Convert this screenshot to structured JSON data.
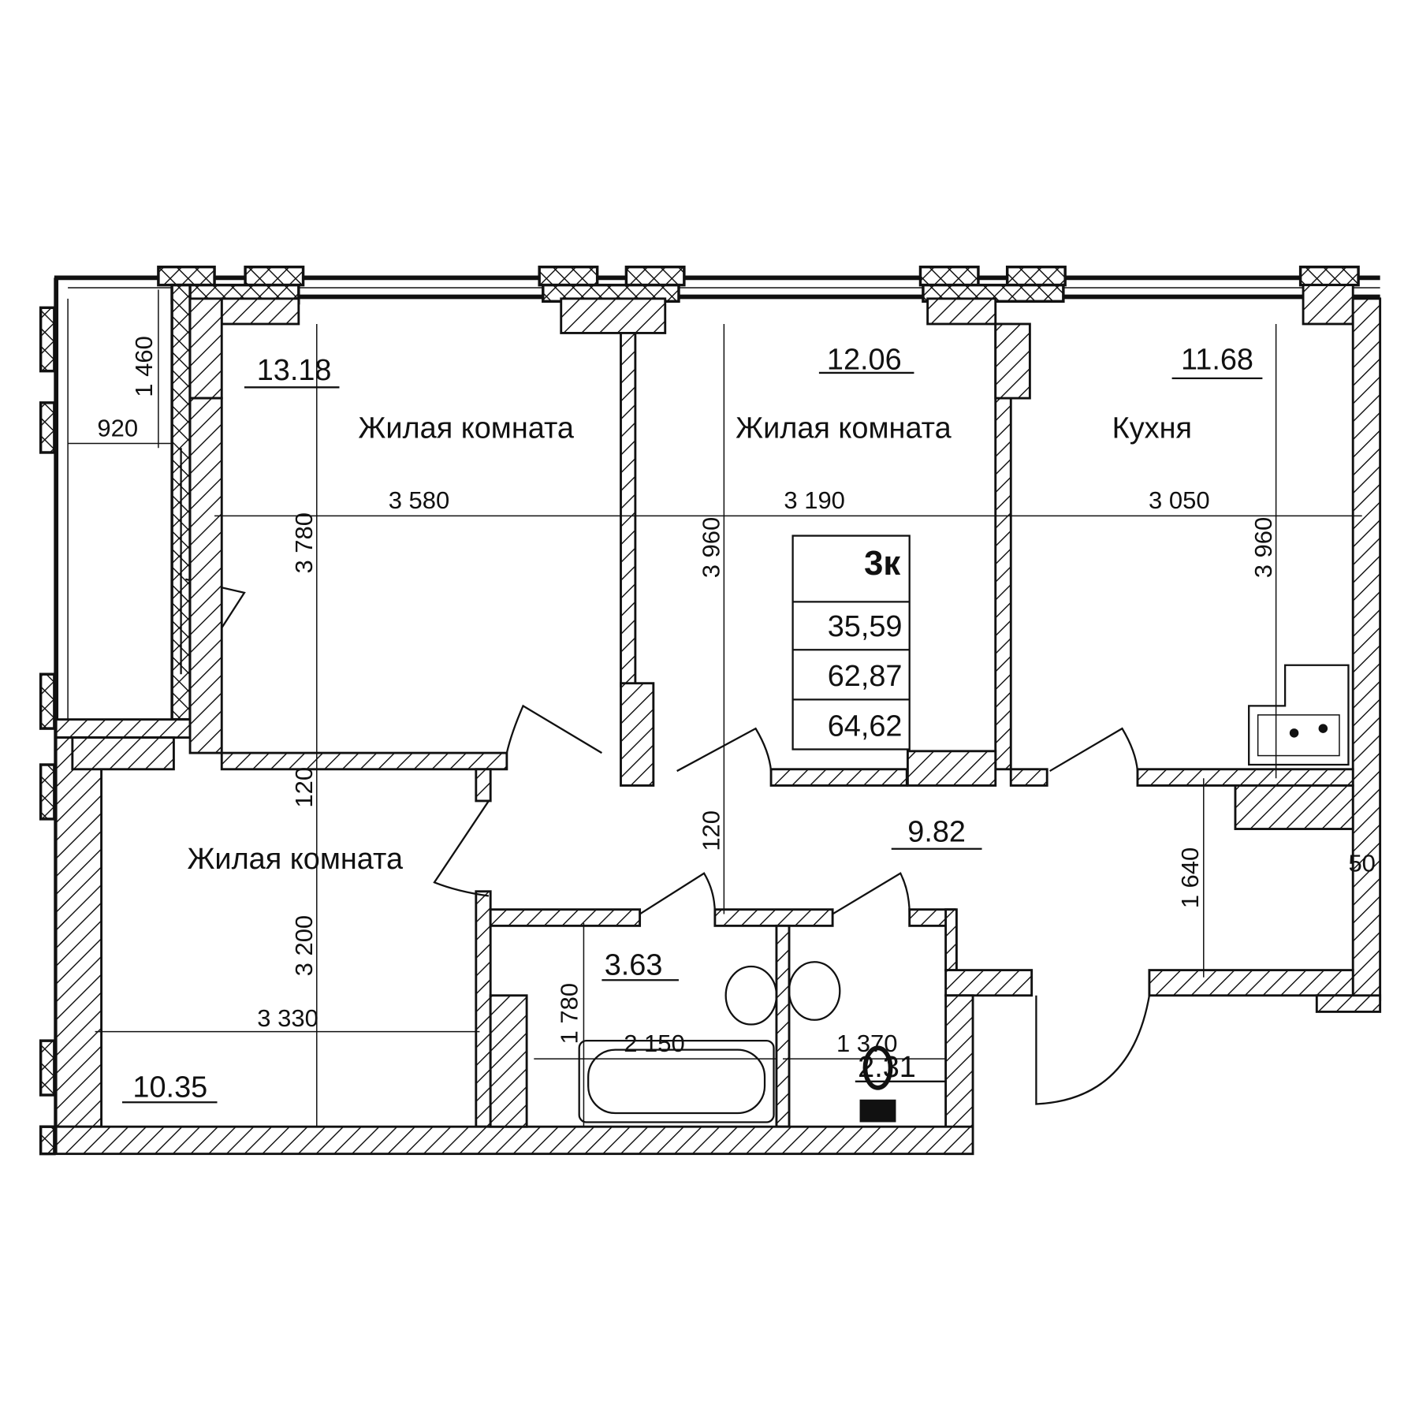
{
  "plan": {
    "rooms": [
      {
        "name": "Жилая комната",
        "area": "13.18"
      },
      {
        "name": "Жилая комната",
        "area": "12.06"
      },
      {
        "name": "Кухня",
        "area": "11.68"
      },
      {
        "name": "Жилая комната",
        "area": "10.35"
      }
    ],
    "corridor_area": "9.82",
    "bathroom_area": "3.63",
    "toilet_area": "2.31",
    "dimensions": {
      "room1_width": "3 580",
      "room2_width": "3 190",
      "kitchen_width": "3 050",
      "room1_depth": "3 780",
      "room2_depth": "3 960",
      "kitchen_depth": "3 960",
      "wall_left": "120",
      "wall_mid": "120",
      "corridor_depth": "1 640",
      "side_offset": "50",
      "room4_depth": "3 200",
      "room4_width": "3 330",
      "bath_depth": "1 780",
      "bath_width": "2 150",
      "toilet_width": "1 370",
      "balcony_depth": "1 460",
      "balcony_width": "920"
    },
    "summary": {
      "type": "3к",
      "living_area": "35,59",
      "total_area": "62,87",
      "total_area_with_balcony": "64,62"
    }
  }
}
